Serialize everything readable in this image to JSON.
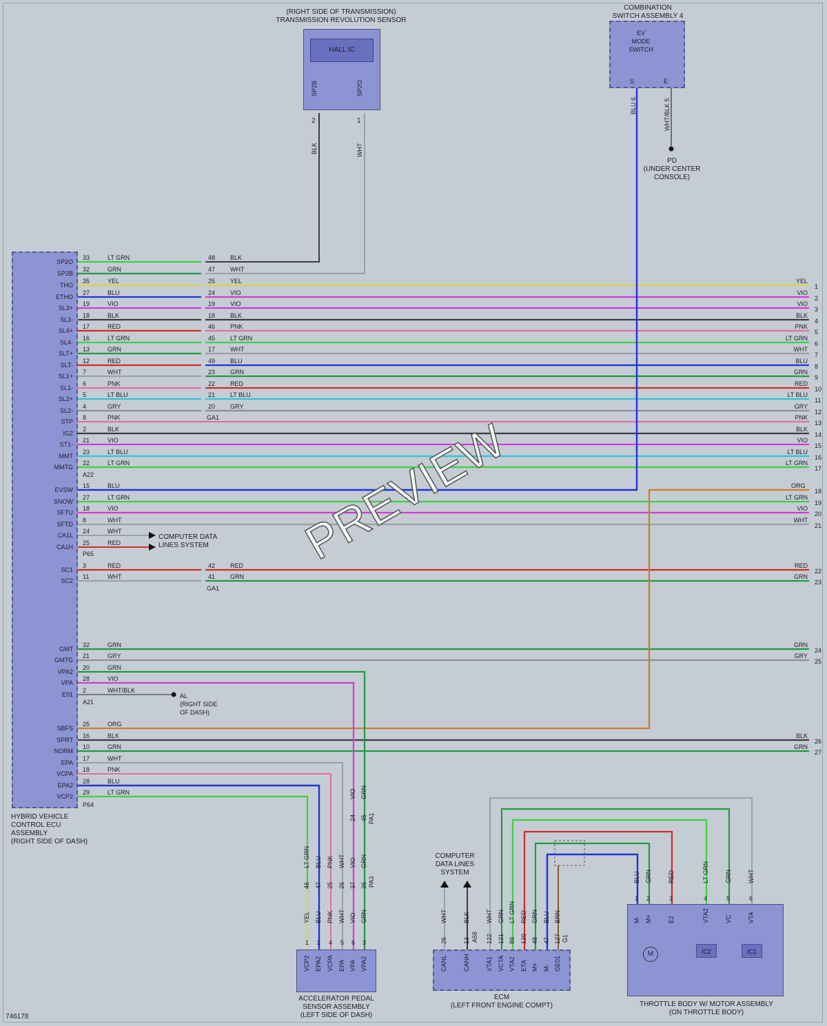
{
  "transmission_sensor": {
    "title_line1": "(RIGHT SIDE OF TRANSMISSION)",
    "title_line2": "TRANSMISSION REVOLUTION SENSOR",
    "ic": "HALL IC",
    "pin_sp2b": "SP2B",
    "pin_sp2o": "SP2O",
    "pin2": "2",
    "pin1": "1",
    "wire_blk": "BLK",
    "wire_wht": "WHT"
  },
  "combo_switch": {
    "title_line1": "COMBINATION",
    "title_line2": "SWITCH ASSEMBLY 4",
    "sw_line1": "EV",
    "sw_line2": "MODE",
    "sw_line3": "SWITCH",
    "pin_s": "S",
    "pin_e": "E",
    "wire1": "BLU 6",
    "wire2": "WHT/BLK 5",
    "ground_line1": "PD",
    "ground_line2": "(UNDER CENTER",
    "ground_line3": "CONSOLE)"
  },
  "ecu": {
    "title_line1": "HYBRID VEHICLE",
    "title_line2": "CONTROL ECU",
    "title_line3": "ASSEMBLY",
    "title_line4": "(RIGHT SIDE OF DASH)",
    "conn_a22": "A22",
    "conn_p65": "P65",
    "conn_a21": "A21",
    "conn_p64": "P64",
    "conn_ga1a": "GA1",
    "conn_ga1b": "GA1"
  },
  "rows": [
    {
      "pin": "SP2O",
      "n": "33",
      "c": "LT GRN",
      "n2": "48",
      "c2": "BLK"
    },
    {
      "pin": "SP2B",
      "n": "32",
      "c": "GRN",
      "n2": "47",
      "c2": "WHT"
    },
    {
      "pin": "THO",
      "n": "35",
      "c": "YEL",
      "n2": "25",
      "c2": "YEL",
      "rc": "YEL",
      "rn": "1"
    },
    {
      "pin": "ETHO",
      "n": "27",
      "c": "BLU",
      "n2": "24",
      "c2": "VIO",
      "rc": "VIO",
      "rn": "2"
    },
    {
      "pin": "SL3+",
      "n": "19",
      "c": "VIO",
      "n2": "19",
      "c2": "VIO",
      "rc": "VIO",
      "rn": "3"
    },
    {
      "pin": "SL3-",
      "n": "18",
      "c": "BLK",
      "n2": "18",
      "c2": "BLK",
      "rc": "BLK",
      "rn": "4"
    },
    {
      "pin": "SL4+",
      "n": "17",
      "c": "RED",
      "n2": "46",
      "c2": "PNK",
      "rc": "PNK",
      "rn": "5"
    },
    {
      "pin": "SL4-",
      "n": "16",
      "c": "LT GRN",
      "n2": "45",
      "c2": "LT GRN",
      "rc": "LT GRN",
      "rn": "6"
    },
    {
      "pin": "SLT+",
      "n": "13",
      "c": "GRN",
      "n2": "17",
      "c2": "WHT",
      "rc": "WHT",
      "rn": "7"
    },
    {
      "pin": "SLT-",
      "n": "12",
      "c": "RED",
      "n2": "49",
      "c2": "BLU",
      "rc": "BLU",
      "rn": "8"
    },
    {
      "pin": "SL1+",
      "n": "7",
      "c": "WHT",
      "n2": "23",
      "c2": "GRN",
      "rc": "GRN",
      "rn": "9"
    },
    {
      "pin": "SL1-",
      "n": "6",
      "c": "PNK",
      "n2": "22",
      "c2": "RED",
      "rc": "RED",
      "rn": "10"
    },
    {
      "pin": "SL2+",
      "n": "5",
      "c": "LT BLU",
      "n2": "21",
      "c2": "LT BLU",
      "rc": "LT BLU",
      "rn": "11"
    },
    {
      "pin": "SL2-",
      "n": "4",
      "c": "GRY",
      "n2": "20",
      "c2": "GRY",
      "rc": "GRY",
      "rn": "12"
    },
    {
      "pin": "STP",
      "n": "8",
      "c": "PNK",
      "rc": "PNK",
      "rn": "13"
    },
    {
      "pin": "IG2",
      "n": "2",
      "c": "BLK",
      "rc": "BLK",
      "rn": "14"
    },
    {
      "pin": "ST1-",
      "n": "21",
      "c": "VIO",
      "rc": "VIO",
      "rn": "15"
    },
    {
      "pin": "MMT",
      "n": "23",
      "c": "LT BLU",
      "rc": "LT BLU",
      "rn": "16"
    },
    {
      "pin": "MMTG",
      "n": "22",
      "c": "LT GRN",
      "rc": "LT GRN",
      "rn": "17"
    },
    {
      "pin": "EVSW",
      "n": "15",
      "c": "BLU"
    },
    {
      "pin": "SNOW",
      "n": "27",
      "c": "LT GRN",
      "rc": "LT GRN",
      "rn": "19"
    },
    {
      "pin": "SFTU",
      "n": "18",
      "c": "VIO",
      "rc": "VIO",
      "rn": "20"
    },
    {
      "pin": "SFTD",
      "n": "8",
      "c": "WHT",
      "rc": "WHT",
      "rn": "21"
    },
    {
      "pin": "CA1L",
      "n": "24",
      "c": "WHT"
    },
    {
      "pin": "CA1H",
      "n": "25",
      "c": "RED"
    },
    {
      "pin": "SC1",
      "n": "3",
      "c": "RED",
      "n2": "42",
      "c2": "RED",
      "rc": "RED",
      "rn": "22"
    },
    {
      "pin": "SC2",
      "n": "11",
      "c": "WHT",
      "n2": "41",
      "c2": "GRN",
      "rc": "GRN",
      "rn": "23"
    },
    {
      "pin": "GMT",
      "n": "32",
      "c": "GRN",
      "rc": "GRN",
      "rn": "24"
    },
    {
      "pin": "GMTG",
      "n": "21",
      "c": "GRY",
      "rc": "GRY",
      "rn": "25"
    },
    {
      "pin": "VPA2",
      "n": "20",
      "c": "GRN"
    },
    {
      "pin": "VPA",
      "n": "28",
      "c": "VIO"
    },
    {
      "pin": "E01",
      "n": "2",
      "c": "WHT/BLK"
    },
    {
      "pin": "SBFS",
      "n": "25",
      "c": "ORG"
    },
    {
      "pin": "SPRT",
      "n": "16",
      "c": "BLK",
      "rc": "BLK",
      "rn": "26"
    },
    {
      "pin": "NORM",
      "n": "10",
      "c": "GRN",
      "rc": "GRN",
      "rn": "27"
    },
    {
      "pin": "EPA",
      "n": "17",
      "c": "WHT"
    },
    {
      "pin": "VCPA",
      "n": "18",
      "c": "PNK"
    },
    {
      "pin": "EPA2",
      "n": "28",
      "c": "BLU"
    },
    {
      "pin": "VCP2",
      "n": "29",
      "c": "LT GRN"
    }
  ],
  "org_right": {
    "c": "ORG",
    "n": "18"
  },
  "comm": {
    "line1": "COMPUTER DATA",
    "line2": "LINES SYSTEM"
  },
  "ground_al": {
    "line1": "AL",
    "line2": "(RIGHT SIDE",
    "line3": "OF DASH)"
  },
  "pa1": {
    "label": "PA1",
    "wires": [
      {
        "c": "VIO",
        "n": "24"
      },
      {
        "c": "GRN",
        "n": "45"
      }
    ]
  },
  "pa3": {
    "label": "PA3",
    "wires": [
      {
        "c": "LT GRN",
        "n": "46"
      },
      {
        "c": "BLU",
        "n": "47"
      },
      {
        "c": "PNK",
        "n": "25"
      },
      {
        "c": "WHT",
        "n": "26"
      },
      {
        "c": "VIO",
        "n": "37"
      },
      {
        "c": "GRN",
        "n": "36"
      }
    ]
  },
  "pedal": {
    "title_line1": "ACCELERATOR PEDAL",
    "title_line2": "SENSOR ASSEMBLY",
    "title_line3": "(LEFT SIDE OF DASH)",
    "pins": [
      {
        "c": "YEL",
        "n": "1",
        "p": "VCP2"
      },
      {
        "c": "BLU",
        "n": "2",
        "p": "EPA2"
      },
      {
        "c": "PNK",
        "n": "4",
        "p": "VCPA"
      },
      {
        "c": "WHT",
        "n": "5",
        "p": "EPA"
      },
      {
        "c": "VIO",
        "n": "6",
        "p": "VPA"
      },
      {
        "c": "GRN",
        "n": "3",
        "p": "VPA2"
      }
    ]
  },
  "ecm": {
    "title_line1": "ECM",
    "title_line2": "(LEFT FRONT ENGINE COMPT)",
    "comm_line1": "COMPUTER",
    "comm_line2": "DATA LINES",
    "comm_line3": "SYSTEM",
    "conn_a58": "A58",
    "pins": [
      {
        "c": "WHT",
        "n": "26",
        "p": "CANL"
      },
      {
        "c": "BLK",
        "n": "13",
        "p": "CANH"
      },
      {
        "c": "WHT",
        "n": "122",
        "p": "VTA1"
      },
      {
        "c": "GRN",
        "n": "121",
        "p": "VCTA"
      },
      {
        "c": "LT GRN",
        "n": "89",
        "p": "VTA2"
      },
      {
        "c": "RED",
        "n": "120",
        "p": "ETA"
      },
      {
        "c": "GRN",
        "n": "48",
        "p": "M+"
      },
      {
        "c": "BLU",
        "n": "47",
        "p": "M-"
      },
      {
        "c": "BRN",
        "n": "127",
        "p": "GE01"
      }
    ],
    "g1": "G1"
  },
  "throttle": {
    "title_line1": "THROTTLE BODY W/ MOTOR ASSEMBLY",
    "title_line2": "(ON THROTTLE BODY)",
    "pins": [
      {
        "c": "BLU",
        "n": "1",
        "p": "M-"
      },
      {
        "c": "GRN",
        "n": "2",
        "p": "M+"
      },
      {
        "c": "RED",
        "n": "3",
        "p": "E2"
      },
      {
        "c": "LT GRN",
        "n": "4",
        "p": "VTA2"
      },
      {
        "c": "GRN",
        "n": "5",
        "p": "VC"
      },
      {
        "c": "WHT",
        "n": "6",
        "p": "VTA"
      }
    ],
    "ic1": "IC1",
    "ic2": "IC2",
    "motor": "M"
  },
  "watermark": "PREVIEW",
  "doc_id": "746178",
  "wire_colors": {
    "LT GRN": "#3fd040",
    "GRN": "#1f9a3f",
    "YEL": "#d7d44a",
    "BLU": "#1f33d8",
    "VIO": "#d23ad8",
    "BLK": "#3a3a46",
    "RED": "#d62828",
    "PNK": "#e070a0",
    "WHT": "#9aa0a8",
    "LT BLU": "#2fc4d4",
    "GRY": "#8a8f98",
    "ORG": "#d07a2a",
    "BRN": "#8a5a2a",
    "WHT/BLK": "#6a6f78"
  }
}
